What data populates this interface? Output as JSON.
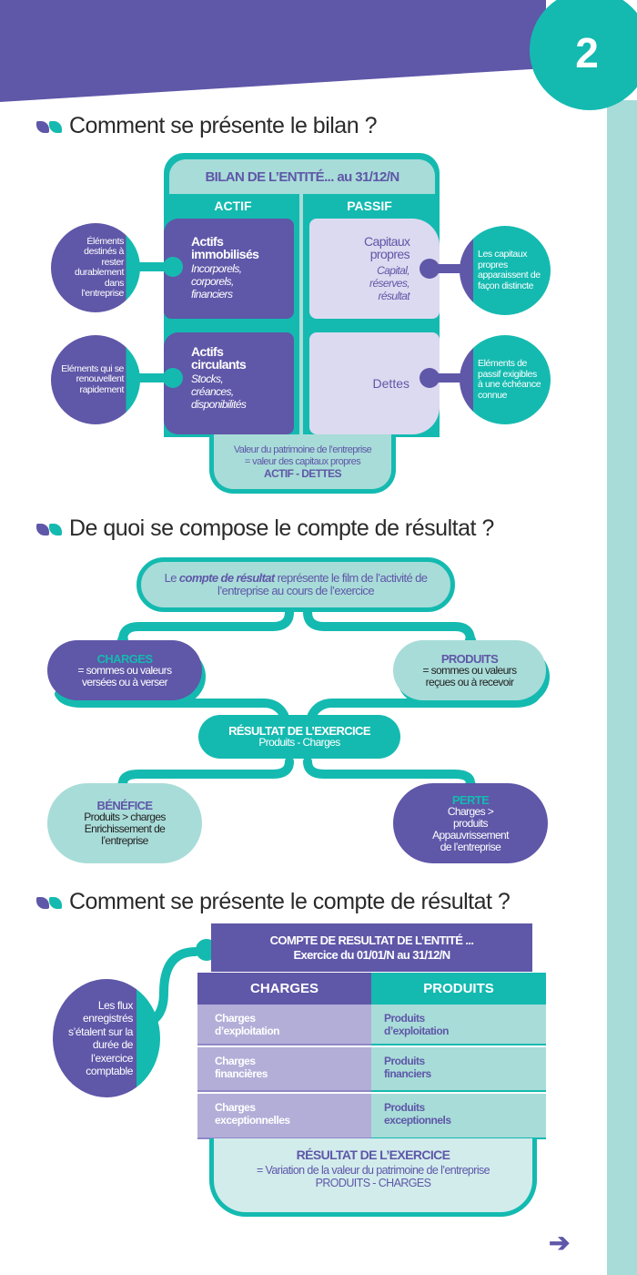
{
  "page_number": "2",
  "colors": {
    "purple": "#5f57a8",
    "teal": "#14bab0",
    "light_teal": "#a8dcd8",
    "lavender": "#dcdaf0"
  },
  "section1": {
    "title": "Comment se présente le bilan ?",
    "header": "BILAN DE L’ENTITÉ... au 31/12/N",
    "actif": "ACTIF",
    "passif": "PASSIF",
    "actifs_immo": {
      "title": "Actifs immobilisés",
      "detail": "Incorporels, corporels, financiers"
    },
    "actifs_circ": {
      "title": "Actifs circulants",
      "detail": "Stocks, créances, disponibilités"
    },
    "capitaux": {
      "title": "Capitaux propres",
      "detail": "Capital, réserves, résultat"
    },
    "dettes": {
      "title": "Dettes"
    },
    "note_immo": "Éléments destinés à rester durablement dans l’entreprise",
    "note_circ": "Eléments qui se renouvellent rapidement",
    "note_capitaux": "Les capitaux propres apparaissent de façon distincte",
    "note_dettes": "Eléments de passif exigibles à une échéance connue",
    "footer_line1": "Valeur du patrimoine de l’entreprise",
    "footer_line2": "= valeur des capitaux propres",
    "footer_line3": "ACTIF - DETTES"
  },
  "section2": {
    "title": "De quoi se compose le compte de résultat ?",
    "intro_prefix": "Le ",
    "intro_em": "compte de résultat",
    "intro_suffix": " représente le film de l’activité de l’entreprise au cours de l’exercice",
    "charges": {
      "title": "CHARGES",
      "text": "= sommes ou valeurs versées ou à verser"
    },
    "produits": {
      "title": "PRODUITS",
      "text": "= sommes ou valeurs reçues ou à recevoir"
    },
    "resultat": {
      "title": "RÉSULTAT DE L’EXERCICE",
      "text": "Produits - Charges"
    },
    "benefice": {
      "title": "BÉNÉFICE",
      "text": "Produits > charges Enrichissement de l’entreprise"
    },
    "perte": {
      "title": "PERTE",
      "text": "Charges > produits Appauvrissement de l’entreprise"
    }
  },
  "section3": {
    "title": "Comment se présente le compte de résultat ?",
    "header_line1": "COMPTE DE RESULTAT DE L’ENTITÉ ...",
    "header_line2": "Exercice du 01/01/N au 31/12/N",
    "col_charges": "CHARGES",
    "col_produits": "PRODUITS",
    "rows": [
      {
        "charges": "Charges d’exploitation",
        "produits": "Produits d’exploitation"
      },
      {
        "charges": "Charges financières",
        "produits": "Produits financiers"
      },
      {
        "charges": "Charges exceptionnelles",
        "produits": "Produits exceptionnels"
      }
    ],
    "note": "Les flux enregistrés s’étalent sur la durée de l’exercice comptable",
    "result_title": "RÉSULTAT DE L’EXERCICE",
    "result_line1": "= Variation de la valeur du patrimoine de l’entreprise",
    "result_line2": "PRODUITS - CHARGES"
  },
  "next_icon": "arrow-right-icon"
}
